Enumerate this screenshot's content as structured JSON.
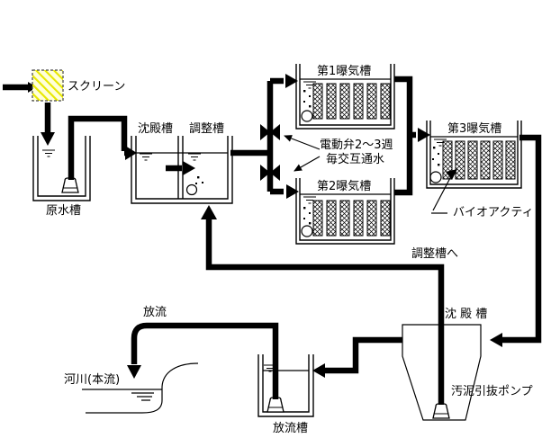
{
  "labels": {
    "screen": "スクリーン",
    "raw_tank": "原水槽",
    "settling_tank": "沈殿槽",
    "adjust_tank": "調整槽",
    "aeration1": "第1曝気槽",
    "aeration2": "第2曝気槽",
    "aeration3": "第3曝気槽",
    "valve_note_line1": "電動弁2～3週",
    "valve_note_line2": "毎交互通水",
    "bioacty": "バイオアクティ",
    "to_adjust_tank": "調整槽へ",
    "final_settling_tank": "沈 殿 槽",
    "sludge_pump": "汚泥引抜ポンプ",
    "discharge": "放流",
    "river": "河川(本流)",
    "discharge_tank": "放流槽"
  },
  "colors": {
    "background": "#ffffff",
    "line": "#000000",
    "screen_fill": "#ffffd9",
    "screen_hatch": "#e8e800"
  },
  "icons": {
    "screen-icon": "yellow hatched square with dashed border",
    "motor-valve-icon": "solid black bowtie",
    "pump-icon": "bell-shaped submersible pump",
    "water-level-icon": "three shrinking horizontal lines",
    "bubbles-icon": "dots rising beside a circle (diffuser)",
    "media-column-icon": "crosshatched vertical contact media",
    "arrow-icon": "solid black flow arrow"
  }
}
